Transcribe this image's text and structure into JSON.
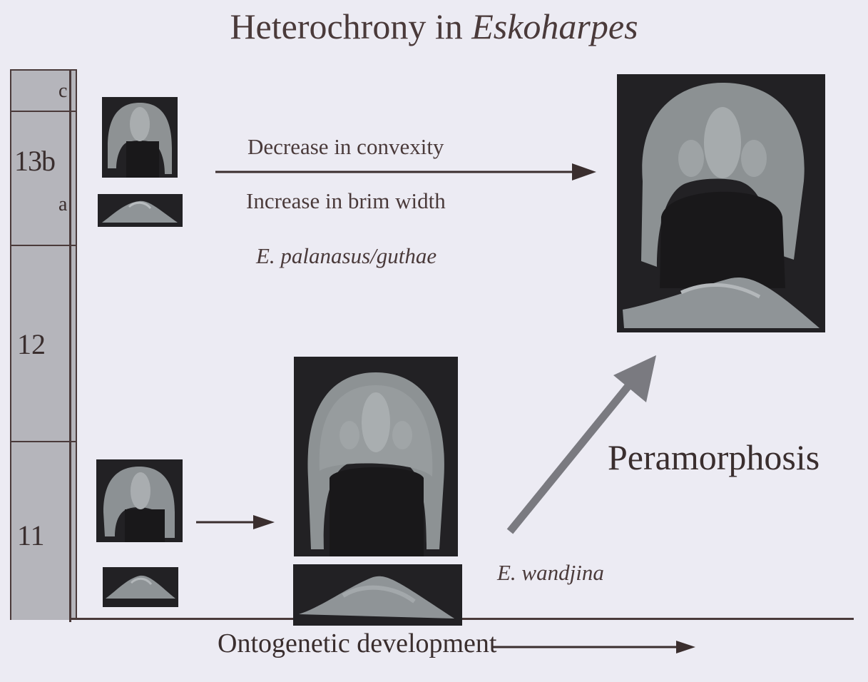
{
  "title": {
    "prefix": "Heterochrony in ",
    "genus": "Eskoharpes"
  },
  "column": {
    "zones": [
      {
        "label": "c"
      },
      {
        "label": "13b"
      },
      {
        "label": "a"
      },
      {
        "label": "12"
      },
      {
        "label": "11"
      }
    ]
  },
  "annotations": {
    "convexity": "Decrease in convexity",
    "brim": "Increase in brim width",
    "species_upper": "E. palanasus/guthae",
    "process": "Peramorphosis",
    "species_lower": "E. wandjina"
  },
  "axis": {
    "x_label": "Ontogenetic development"
  },
  "colors": {
    "text": "#4a3a3a",
    "column": "#b5b5bb",
    "background": "#ecebf3",
    "arrow_gray": "#7a7a80"
  }
}
